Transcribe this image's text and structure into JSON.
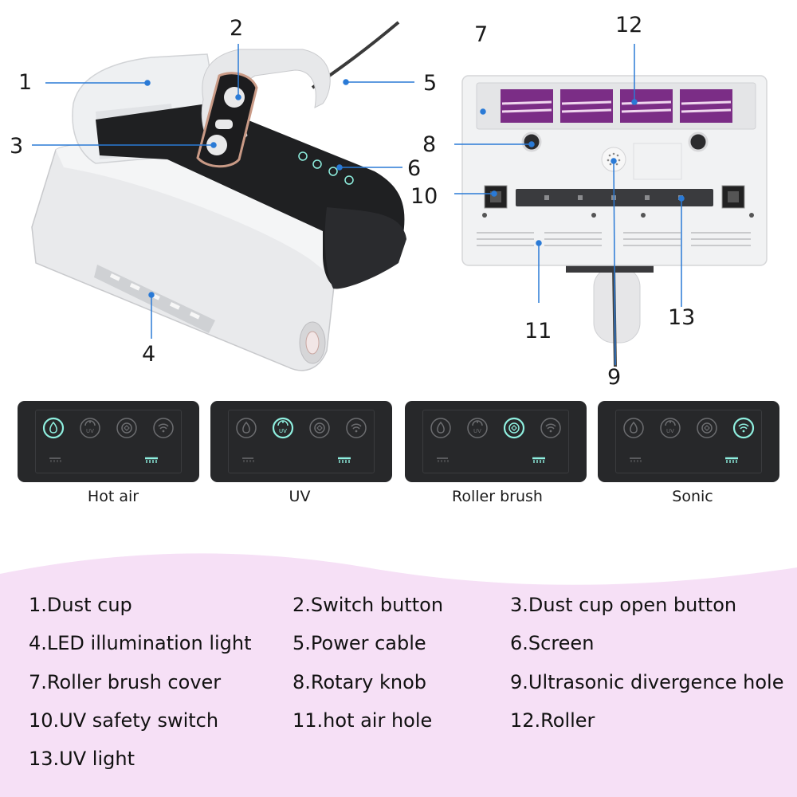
{
  "callouts": [
    "1",
    "2",
    "3",
    "4",
    "5",
    "6",
    "7",
    "8",
    "9",
    "10",
    "11",
    "12",
    "13"
  ],
  "modes": [
    {
      "label": "Hot air",
      "active": "drop-icon"
    },
    {
      "label": "UV",
      "active": "uv-sun-icon"
    },
    {
      "label": "Roller brush",
      "active": "roller-icon"
    },
    {
      "label": "Sonic",
      "active": "sonic-icon"
    }
  ],
  "legend": [
    "1.Dust cup",
    "2.Switch  button",
    "3.Dust cup open button",
    "4.LED illumination light",
    "5.Power  cable",
    "6.Screen",
    "7.Roller brush cover",
    "8.Rotary knob",
    "9.Ultrasonic divergence hole",
    "10.UV safety switch",
    "11.hot air hole",
    "12.Roller",
    "13.UV light"
  ],
  "colors": {
    "accent": "#8ff0e0",
    "panel": "#27282a",
    "pink_band": "#f5dff5",
    "leader": "#2a7ad6"
  }
}
